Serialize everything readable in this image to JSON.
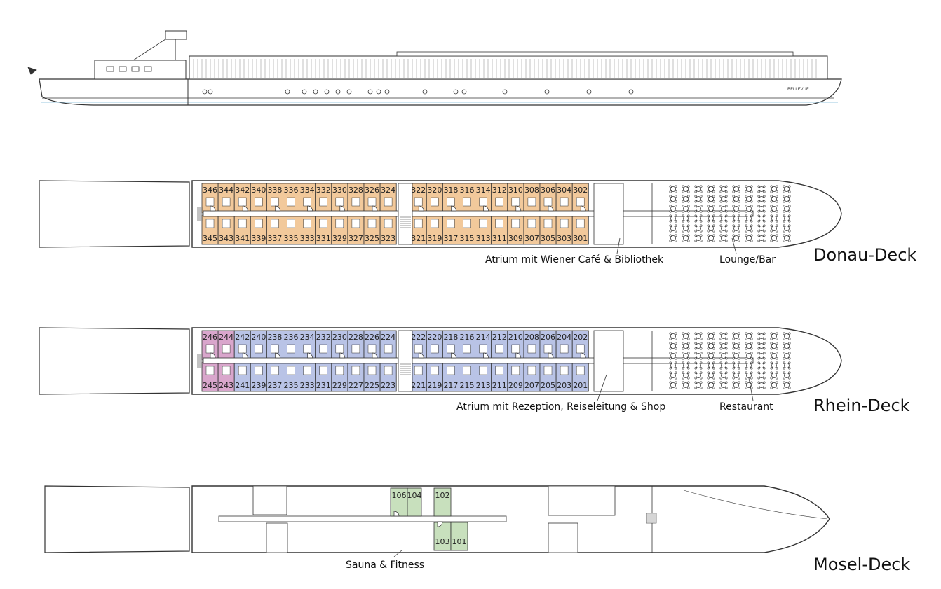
{
  "ship": {
    "name": "BELLEVUE"
  },
  "decks": {
    "donau": {
      "label": "Donau-Deck",
      "top": [
        "346",
        "344",
        "342",
        "340",
        "338",
        "336",
        "334",
        "332",
        "330",
        "328",
        "326",
        "324",
        "322",
        "320",
        "318",
        "316",
        "314",
        "312",
        "310",
        "308",
        "306",
        "304",
        "302"
      ],
      "bottom": [
        "345",
        "343",
        "341",
        "339",
        "337",
        "335",
        "333",
        "331",
        "329",
        "327",
        "325",
        "323",
        "321",
        "319",
        "317",
        "315",
        "313",
        "311",
        "309",
        "307",
        "305",
        "303",
        "301"
      ],
      "annotations": {
        "atrium": "Atrium mit Wiener Café & Bibliothek",
        "lounge": "Lounge/Bar"
      }
    },
    "rhein": {
      "label": "Rhein-Deck",
      "top": [
        "246",
        "244",
        "242",
        "240",
        "238",
        "236",
        "234",
        "232",
        "230",
        "228",
        "226",
        "224",
        "222",
        "220",
        "218",
        "216",
        "214",
        "212",
        "210",
        "208",
        "206",
        "204",
        "202"
      ],
      "bottom": [
        "245",
        "243",
        "241",
        "239",
        "237",
        "235",
        "233",
        "231",
        "229",
        "227",
        "225",
        "223",
        "221",
        "219",
        "217",
        "215",
        "213",
        "211",
        "209",
        "207",
        "205",
        "203",
        "201"
      ],
      "annotations": {
        "atrium": "Atrium mit Rezeption, Reiseleitung & Shop",
        "restaurant": "Restaurant"
      }
    },
    "mosel": {
      "label": "Mosel-Deck",
      "top": [
        "106",
        "104",
        "102"
      ],
      "bottom": [
        "103",
        "101"
      ],
      "annotations": {
        "sauna": "Sauna & Fitness"
      }
    }
  },
  "colors": {
    "donau_cabin": "#f2c99b",
    "rhein_cabin": "#b9c3e6",
    "rhein_suite": "#d9a6cc",
    "mosel_cabin": "#c8e0bd",
    "line": "#333333"
  }
}
